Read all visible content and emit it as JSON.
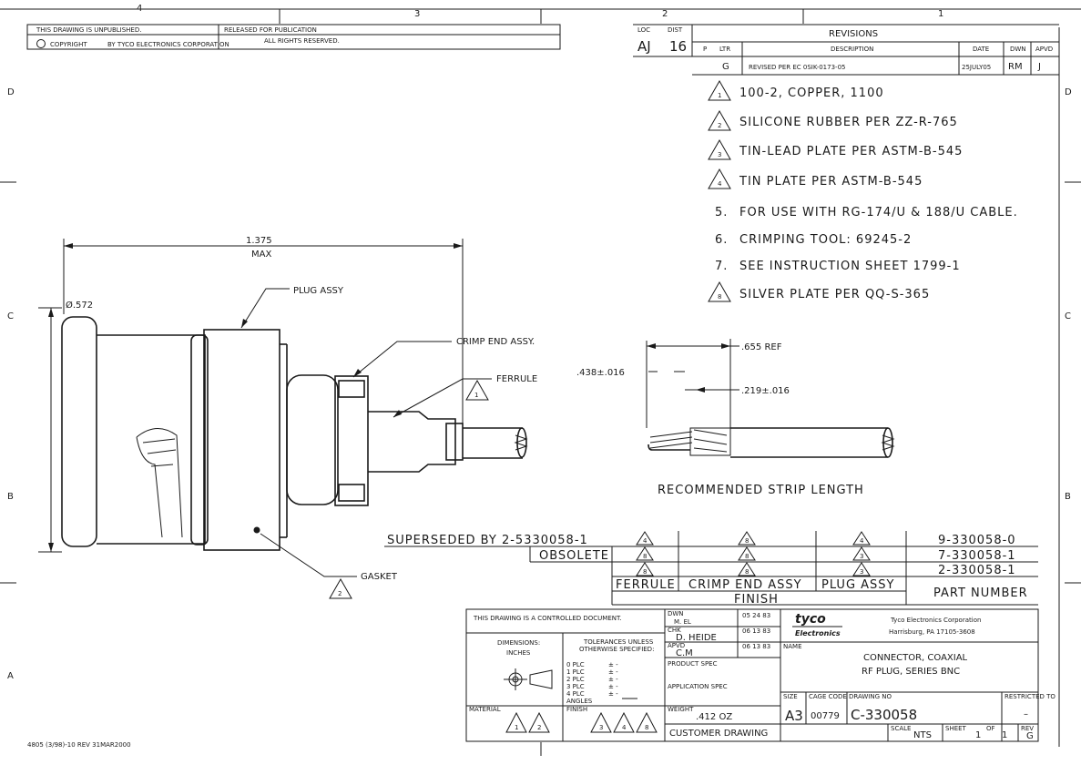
{
  "zones": {
    "top": [
      "4",
      "3",
      "2",
      "1"
    ],
    "side": [
      "D",
      "C",
      "B",
      "A"
    ]
  },
  "header": {
    "unpublished": "THIS DRAWING IS UNPUBLISHED.",
    "released": "RELEASED FOR PUBLICATION",
    "copyright": "COPYRIGHT",
    "company": "BY TYCO ELECTRONICS CORPORATION",
    "rights": "ALL RIGHTS RESERVED."
  },
  "revisions": {
    "title": "REVISIONS",
    "loc_label": "LOC",
    "dist_label": "DIST",
    "loc": "AJ",
    "dist": "16",
    "columns": [
      "P",
      "LTR",
      "DESCRIPTION",
      "DATE",
      "DWN",
      "APVD"
    ],
    "row": {
      "ltr": "G",
      "description": "REVISED PER EC 0SIK-0173-05",
      "date": "25JULY05",
      "dwn": "RM",
      "apvd": "J"
    }
  },
  "notes": [
    {
      "num": "1",
      "flag": true,
      "text": "100-2, COPPER, 1100"
    },
    {
      "num": "2",
      "flag": true,
      "text": "SILICONE RUBBER PER ZZ-R-765"
    },
    {
      "num": "3",
      "flag": true,
      "text": "TIN-LEAD PLATE PER ASTM-B-545"
    },
    {
      "num": "4",
      "flag": true,
      "text": "TIN PLATE PER ASTM-B-545"
    },
    {
      "num": "5.",
      "flag": false,
      "text": "FOR USE WITH RG-174/U & 188/U CABLE."
    },
    {
      "num": "6.",
      "flag": false,
      "text": "CRIMPING TOOL: 69245-2"
    },
    {
      "num": "7.",
      "flag": false,
      "text": "SEE INSTRUCTION SHEET 1799-1"
    },
    {
      "num": "8",
      "flag": true,
      "text": "SILVER PLATE PER QQ-S-365"
    }
  ],
  "drawing": {
    "dim_length": "1.375",
    "dim_max": "MAX",
    "dim_dia": "Ø.572",
    "plug_assy": "PLUG ASSY",
    "crimp_end": "CRIMP END ASSY.",
    "ferrule": "FERRULE",
    "ferrule_flag": "1",
    "gasket": "GASKET",
    "gasket_flag": "2",
    "strip_ref": ".655 REF",
    "strip_dim": ".438±.016",
    "strip_dim2": ".219±.016",
    "strip_caption": "RECOMMENDED STRIP LENGTH"
  },
  "part_table": {
    "superseded": "SUPERSEDED BY 2-5330058-1",
    "obsolete": "OBSOLETE",
    "rows": [
      {
        "f": "4",
        "c": "8",
        "p": "4",
        "part": "9-330058-0"
      },
      {
        "f": "8",
        "c": "8",
        "p": "3",
        "part": "7-330058-1"
      },
      {
        "f": "8",
        "c": "8",
        "p": "3",
        "part": "2-330058-1"
      }
    ],
    "col_ferrule": "FERRULE",
    "col_crimp": "CRIMP END ASSY",
    "col_plug": "PLUG ASSY",
    "finish": "FINISH",
    "part_number": "PART NUMBER"
  },
  "title_block": {
    "controlled": "THIS DRAWING IS A CONTROLLED DOCUMENT.",
    "dimensions": "DIMENSIONS:",
    "inches": "INCHES",
    "tolerances": "TOLERANCES UNLESS",
    "tolerances2": "OTHERWISE SPECIFIED:",
    "tol_rows": [
      "0 PLC",
      "1 PLC",
      "2 PLC",
      "3 PLC",
      "4 PLC",
      "ANGLES"
    ],
    "tol_val": "± -",
    "dwn_label": "DWN",
    "dwn": "M. EL",
    "dwn_date": "05 24 83",
    "chk_label": "CHK",
    "chk": "D. HEIDE",
    "chk_date": "06 13 83",
    "apvd_label": "APVD",
    "apvd": "C.M",
    "apvd_date": "06 13 83",
    "product_spec": "PRODUCT SPEC",
    "application_spec": "APPLICATION SPEC",
    "weight_label": "WEIGHT",
    "weight": ".412 OZ",
    "material": "MATERIAL",
    "material_flags": [
      "1",
      "2"
    ],
    "finish": "FINISH",
    "finish_flags": [
      "3",
      "4",
      "8"
    ],
    "customer": "CUSTOMER DRAWING",
    "logo_top": "tyco",
    "logo_bottom": "Electronics",
    "corp": "Tyco Electronics Corporation",
    "address": "Harrisburg, PA 17105-3608",
    "name_label": "NAME",
    "name1": "CONNECTOR, COAXIAL",
    "name2": "RF PLUG, SERIES BNC",
    "size_label": "SIZE",
    "size": "A3",
    "cage_label": "CAGE CODE",
    "cage": "00779",
    "drawing_no_label": "DRAWING NO",
    "drawing_no": "C-330058",
    "restricted_label": "RESTRICTED TO",
    "restricted": "–",
    "scale_label": "SCALE",
    "scale": "NTS",
    "sheet_label": "SHEET",
    "sheet": "1",
    "of_label": "OF",
    "of": "1",
    "rev_label": "REV",
    "rev": "G"
  },
  "footer": "4805 (3/98)-10 REV 31MAR2000"
}
